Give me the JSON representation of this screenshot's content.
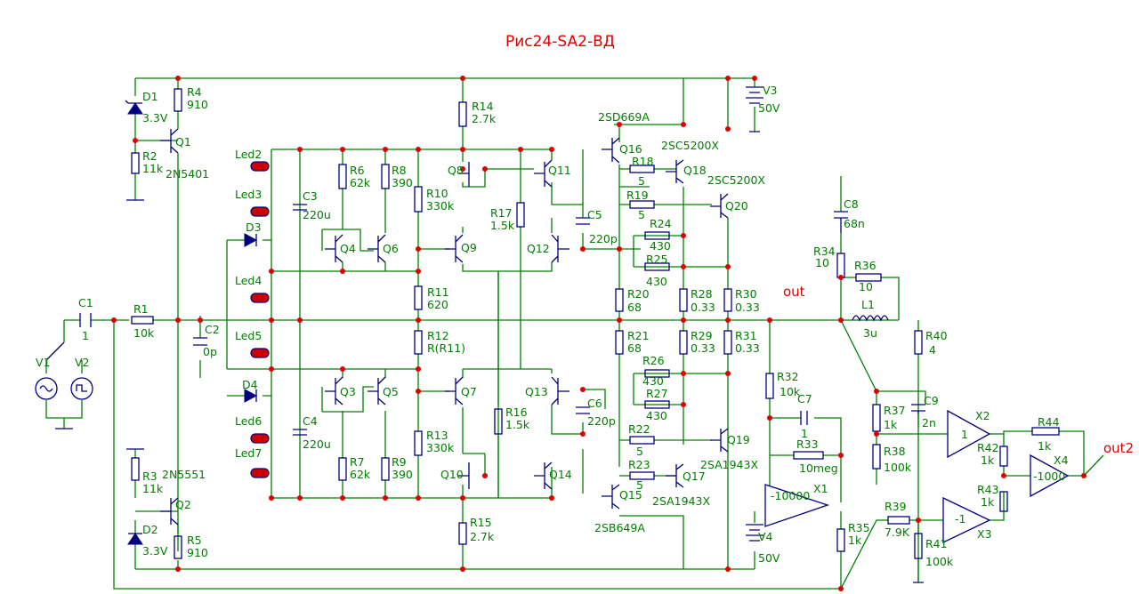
{
  "title": "Рис24-SA2-ВД",
  "labels": {
    "D1": "D1",
    "D1v": "3.3V",
    "R4": "R4",
    "R4v": "910",
    "Q1": "Q1",
    "R2": "R2",
    "R2v": "11k",
    "Q1t": "2N5401",
    "C1": "C1",
    "C1v": "1",
    "R1": "R1",
    "R1v": "10k",
    "V1": "V1",
    "V2": "V2",
    "C2": "C2",
    "C2v": "0p",
    "R3": "R3",
    "R3v": "11k",
    "Q2t": "2N5551",
    "Q2": "Q2",
    "D2": "D2",
    "D2v": "3.3V",
    "R5": "R5",
    "R5v": "910",
    "Led2": "Led2",
    "Led3": "Led3",
    "D3": "D3",
    "Led4": "Led4",
    "Led5": "Led5",
    "D4": "D4",
    "Led6": "Led6",
    "Led7": "Led7",
    "C3": "C3",
    "C3v": "220u",
    "C4": "C4",
    "C4v": "220u",
    "R6": "R6",
    "R6v": "62k",
    "R8": "R8",
    "R8v": "390",
    "Q4": "Q4",
    "Q6": "Q6",
    "Q3": "Q3",
    "Q5": "Q5",
    "R7": "R7",
    "R7v": "62k",
    "R9": "R9",
    "R9v": "390",
    "R14": "R14",
    "R14v": "2.7k",
    "Q8": "Q8",
    "Q11": "Q11",
    "R10": "R10",
    "R10v": "330k",
    "R17": "R17",
    "R17v": "1.5k",
    "Q9": "Q9",
    "Q12": "Q12",
    "R11": "R11",
    "R11v": "620",
    "R12": "R12",
    "R12v": "R(R11)",
    "Q7": "Q7",
    "Q13": "Q13",
    "R16": "R16",
    "R16v": "1.5k",
    "R13": "R13",
    "R13v": "330k",
    "Q10": "Q10",
    "Q14": "Q14",
    "R15": "R15",
    "R15v": "2.7k",
    "C5": "C5",
    "C5v": "220p",
    "C6": "C6",
    "C6v": "220p",
    "Q16t": "2SD669A",
    "Q16": "Q16",
    "R18": "R18",
    "R18v": "5",
    "Q18t": "2SC5200X",
    "Q18": "Q18",
    "R19": "R19",
    "R19v": "5",
    "Q20t": "2SC5200X",
    "Q20": "Q20",
    "R24": "R24",
    "R24v": "430",
    "R25": "R25",
    "R25v": "430",
    "R20": "R20",
    "R20v": "68",
    "R28": "R28",
    "R28v": "0.33",
    "R30": "R30",
    "R30v": "0.33",
    "R21": "R21",
    "R21v": "68",
    "R29": "R29",
    "R29v": "0.33",
    "R31": "R31",
    "R31v": "0.33",
    "R26": "R26",
    "R26v": "430",
    "R27": "R27",
    "R27v": "430",
    "R22": "R22",
    "R22v": "5",
    "Q19": "Q19",
    "Q19t": "2SA1943X",
    "R23": "R23",
    "R23v": "5",
    "Q17": "Q17",
    "Q15": "Q15",
    "Q17t": "2SA1943X",
    "Q15t": "2SB649A",
    "V3": "V3",
    "V3v": "50V",
    "V4": "V4",
    "V4v": "50V",
    "out": "out",
    "C8": "C8",
    "C8v": "68n",
    "R34": "R34",
    "R34v": "10",
    "R36": "R36",
    "R36v": "10",
    "L1": "L1",
    "L1v": "3u",
    "R40": "R40",
    "R40v": "4",
    "R32": "R32",
    "R32v": "10k",
    "C7": "C7",
    "C7v": "1",
    "R33": "R33",
    "R33v": "10meg",
    "X1": "X1",
    "X1g": "-10000",
    "R35": "R35",
    "R35v": "1k",
    "R37": "R37",
    "R37v": "1k",
    "R38": "R38",
    "R38v": "100k",
    "C9": "C9",
    "C9v": "2n",
    "X2": "X2",
    "X2g": "1",
    "R42": "R42",
    "R42v": "1k",
    "R44": "R44",
    "R44v": "1k",
    "X4": "X4",
    "X4g": "-1000",
    "out2": "out2",
    "R43": "R43",
    "R43v": "1k",
    "X3": "X3",
    "X3g": "-1",
    "R39": "R39",
    "R39v": "7.9K",
    "R41": "R41",
    "R41v": "100k"
  }
}
